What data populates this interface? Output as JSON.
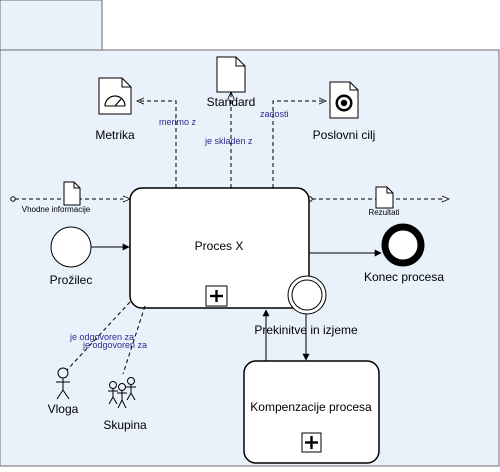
{
  "colors": {
    "pool_fill": "#e9f1fb",
    "pool_stroke": "#6d6d6d",
    "task_fill": "#ffffff",
    "stroke": "#000000",
    "connector_label": "#2c2c8e"
  },
  "process": {
    "label": "Proces X",
    "marker": "+"
  },
  "compensation": {
    "label": "Kompenzacije procesa",
    "marker": "+"
  },
  "artifacts": {
    "metric": {
      "label": "Metrika",
      "icon": "gauge-document-icon"
    },
    "standard": {
      "label": "Standard",
      "icon": "document-icon"
    },
    "goal": {
      "label": "Poslovni cilj",
      "icon": "target-document-icon"
    }
  },
  "data": {
    "input": "Vhodne informacije",
    "output": "Rezultati"
  },
  "events": {
    "start": "Prožilec",
    "end": "Konec procesa",
    "intermediate": "Prekinitve in izjeme"
  },
  "roles": {
    "role": "Vloga",
    "group": "Skupina"
  },
  "connector_labels": {
    "metric": "merimo z",
    "standard": "je skladen z",
    "goal": "zadosti",
    "role": "je odgovoren za",
    "group": "je odgovoren za"
  }
}
